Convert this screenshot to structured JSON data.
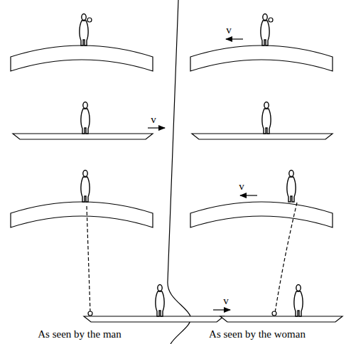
{
  "diagram": {
    "labels": [
      "v",
      "v",
      "v",
      "v",
      "As seen by the man",
      "As seen by the woman"
    ]
  }
}
